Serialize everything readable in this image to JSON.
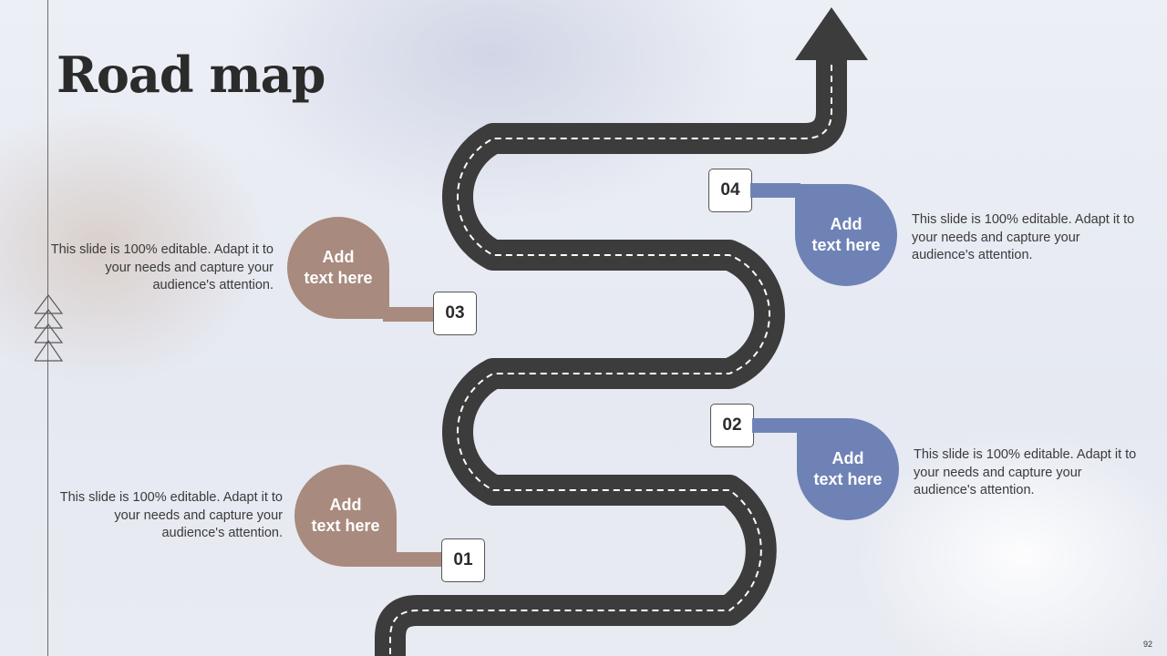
{
  "slide": {
    "title": "Road map",
    "page_number": "92"
  },
  "milestones": [
    {
      "number": "01",
      "bubble_text": "Add\ntext here",
      "description": "This slide is 100% editable. Adapt it to your needs and capture your audience's attention.",
      "color": "#a88a7e"
    },
    {
      "number": "02",
      "bubble_text": "Add\ntext here",
      "description": "This slide is 100% editable. Adapt it to your needs and capture your audience's attention.",
      "color": "#6f82b6"
    },
    {
      "number": "03",
      "bubble_text": "Add\ntext here",
      "description": "This slide is 100% editable. Adapt it to your needs and capture your audience's attention.",
      "color": "#a88a7e"
    },
    {
      "number": "04",
      "bubble_text": "Add\ntext here",
      "description": "This slide is 100% editable. Adapt it to your needs and capture your audience's attention.",
      "color": "#6f82b6"
    }
  ],
  "colors": {
    "road": "#3c3c3c",
    "road_marking": "#ffffff",
    "accent_brown": "#a88a7e",
    "accent_blue": "#6f82b6",
    "title": "#2b2b2b"
  },
  "icons": [
    "arrow-up-icon",
    "triple-chevron-up-icon"
  ]
}
